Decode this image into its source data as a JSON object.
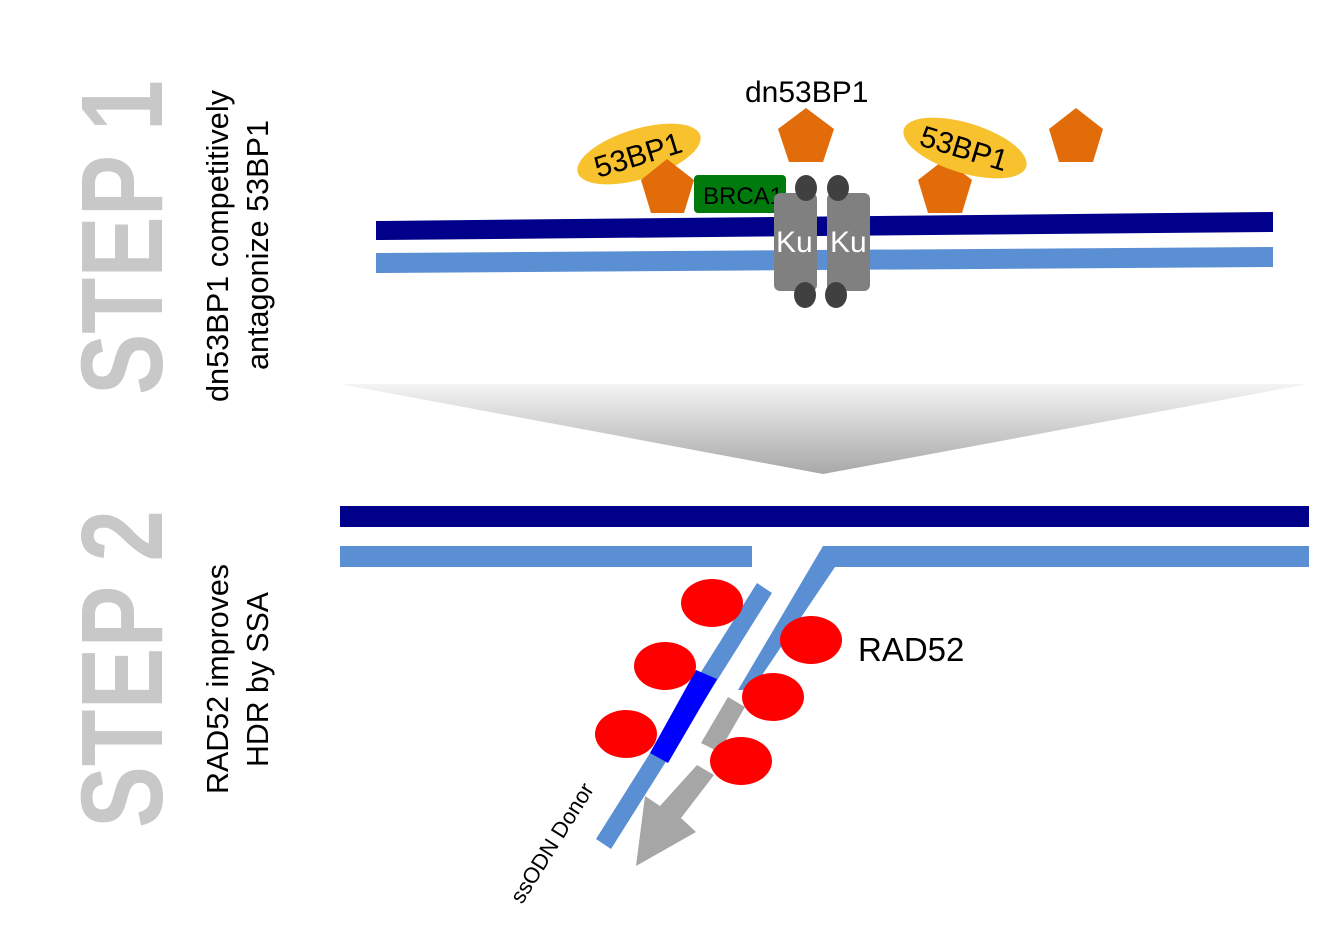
{
  "step1": {
    "title": "STEP 1",
    "caption_line1": "dn53BP1 competitively",
    "caption_line2": "antagonize 53BP1"
  },
  "step2": {
    "title": "STEP 2",
    "caption_line1": "RAD52 improves",
    "caption_line2": "HDR by SSA"
  },
  "labels": {
    "dn53bp1": "dn53BP1",
    "p53bp1_left": "53BP1",
    "p53bp1_right": "53BP1",
    "brca1": "BRCA1",
    "ku_left": "Ku",
    "ku_right": "Ku",
    "rad52": "RAD52",
    "ssodn": "ssODN Donor"
  },
  "colors": {
    "dark_strand": "#00008b",
    "light_strand": "#5a8fd4",
    "pentagon": "#e36c0a",
    "ellipse_53bp1": "#f8c12e",
    "brca1": "#007a0d",
    "ku": "#808080",
    "ku_knob": "#404040",
    "rad52": "#ff0000",
    "donor_homology": "#0000ff",
    "arrow_gray": "#a6a6a6",
    "step_text": "#c8c8c8"
  }
}
